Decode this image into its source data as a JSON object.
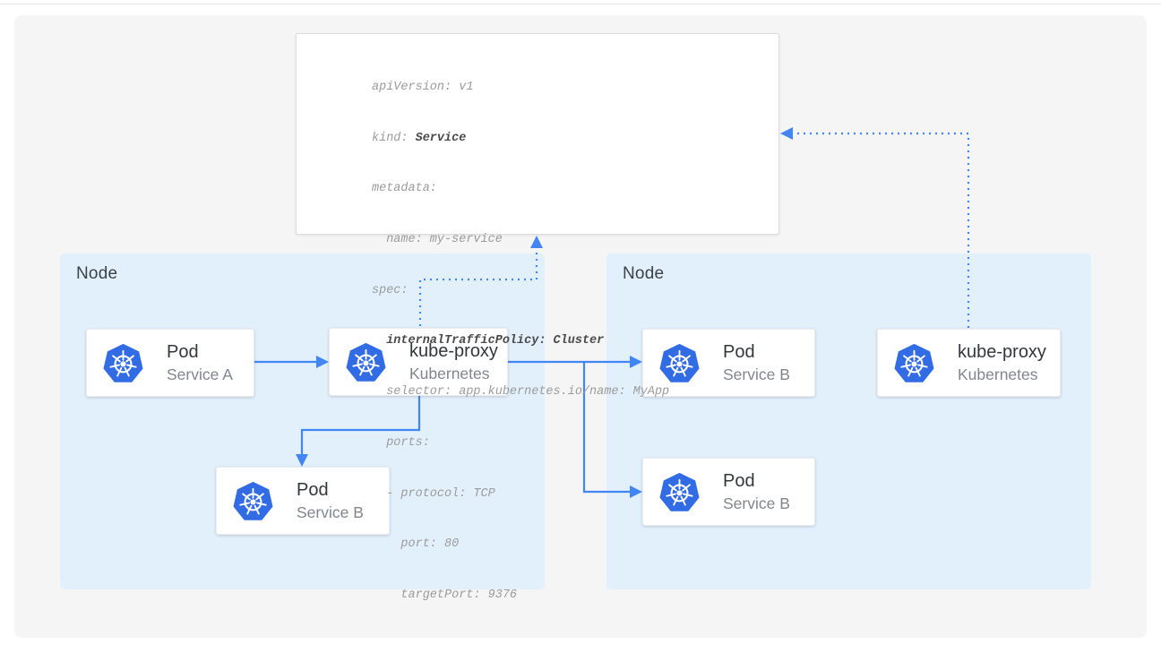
{
  "colors": {
    "arrow_blue": "#4285F4",
    "k8s_logo_blue": "#326CE5",
    "node_fill": "#E2F0FC",
    "canvas_background": "#F5F5F6",
    "code_text": "#9B9B9B",
    "code_bold_text": "#4A4A4A"
  },
  "yaml_box": {
    "lines": [
      {
        "segments": [
          {
            "text": "apiVersion: v1",
            "bold": false
          }
        ]
      },
      {
        "segments": [
          {
            "text": "kind: ",
            "bold": false
          },
          {
            "text": "Service",
            "bold": true
          }
        ]
      },
      {
        "segments": [
          {
            "text": "metadata:",
            "bold": false
          }
        ]
      },
      {
        "segments": [
          {
            "text": "  name: my-service",
            "bold": false
          }
        ]
      },
      {
        "segments": [
          {
            "text": "spec:",
            "bold": false
          }
        ]
      },
      {
        "segments": [
          {
            "text": "  ",
            "bold": false
          },
          {
            "text": "internalTrafficPolicy: Cluster",
            "bold": true
          }
        ]
      },
      {
        "segments": [
          {
            "text": "  selector: app.kubernetes.io/name: MyApp",
            "bold": false
          }
        ]
      },
      {
        "segments": [
          {
            "text": "  ports:",
            "bold": false
          }
        ]
      },
      {
        "segments": [
          {
            "text": "  - protocol: TCP",
            "bold": false
          }
        ]
      },
      {
        "segments": [
          {
            "text": "    port: 80",
            "bold": false
          }
        ]
      },
      {
        "segments": [
          {
            "text": "    targetPort: 9376",
            "bold": false
          }
        ]
      }
    ]
  },
  "nodes": [
    {
      "label": "Node",
      "cards": [
        {
          "icon": "kubernetes-icon",
          "title": "Pod",
          "subtitle": "Service A"
        },
        {
          "icon": "kubernetes-icon",
          "title": "kube-proxy",
          "subtitle": "Kubernetes"
        },
        {
          "icon": "kubernetes-icon",
          "title": "Pod",
          "subtitle": "Service B"
        }
      ]
    },
    {
      "label": "Node",
      "cards": [
        {
          "icon": "kubernetes-icon",
          "title": "Pod",
          "subtitle": "Service B"
        },
        {
          "icon": "kubernetes-icon",
          "title": "Pod",
          "subtitle": "Service B"
        },
        {
          "icon": "kubernetes-icon",
          "title": "kube-proxy",
          "subtitle": "Kubernetes"
        }
      ]
    }
  ]
}
